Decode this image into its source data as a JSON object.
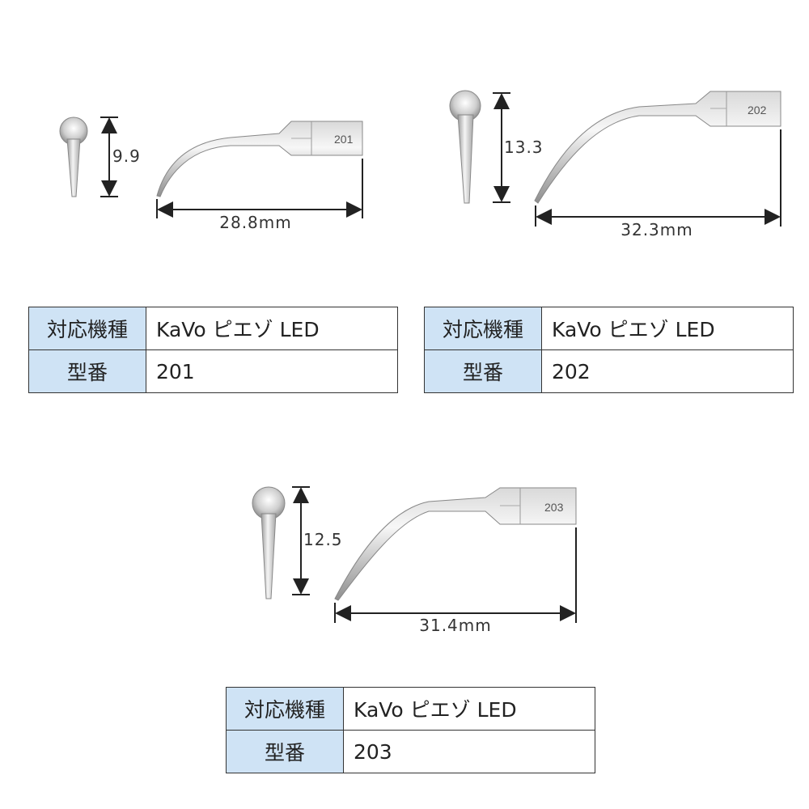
{
  "products": [
    {
      "id": "201",
      "tip_engraving": "201",
      "height_label": "9.9",
      "length_label": "28.8mm",
      "table": {
        "compat_header": "対応機種",
        "compat_value": "KaVo ピエゾ LED",
        "model_header": "型番",
        "model_value": "201"
      }
    },
    {
      "id": "202",
      "tip_engraving": "202",
      "height_label": "13.3",
      "length_label": "32.3mm",
      "table": {
        "compat_header": "対応機種",
        "compat_value": "KaVo ピエゾ LED",
        "model_header": "型番",
        "model_value": "202"
      }
    },
    {
      "id": "203",
      "tip_engraving": "203",
      "height_label": "12.5",
      "length_label": "31.4mm",
      "table": {
        "compat_header": "対応機種",
        "compat_value": "KaVo ピエゾ LED",
        "model_header": "型番",
        "model_value": "203"
      }
    }
  ],
  "colors": {
    "header_bg": "#cfe3f5",
    "border": "#333333",
    "metal_light": "#f2f2f2",
    "metal_dark": "#8d8d8d"
  }
}
